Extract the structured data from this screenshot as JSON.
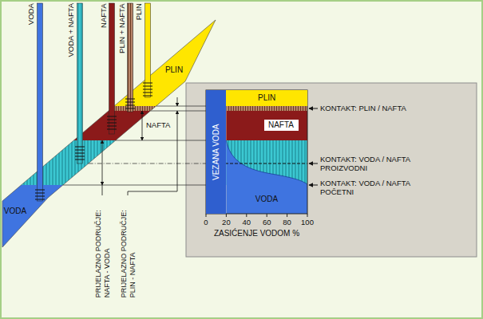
{
  "diagram": {
    "nodes": [
      {
        "text": [
          "PLIN"
        ]
      },
      {
        "text": [
          "VODA"
        ]
      },
      {
        "text": [
          "VEZANA VODA"
        ]
      },
      {
        "text": [
          "PLIN"
        ]
      },
      {
        "text": [
          "NAFTA"
        ]
      },
      {
        "text": [
          "VODA"
        ]
      }
    ],
    "labels": [
      "VODA",
      "VODA + NAFTA",
      "NAFTA",
      "PLIN + NAFTA",
      "PLIN",
      "NAFTA",
      "PRIJELAZNO PODRUČJE: NAFTA - VODA",
      "PRIJELAZNO PODRUČJE: PLIN - NAFTA",
      "KONTAKT: PLIN / NAFTA",
      "KONTAKT: VODA / NAFTA PROIZVODNI",
      "KONTAKT: VODA / NAFTA POČETNI",
      "0",
      "20",
      "40",
      "60",
      "80",
      "100",
      "ZASIĆENJE VODOM %"
    ]
  }
}
